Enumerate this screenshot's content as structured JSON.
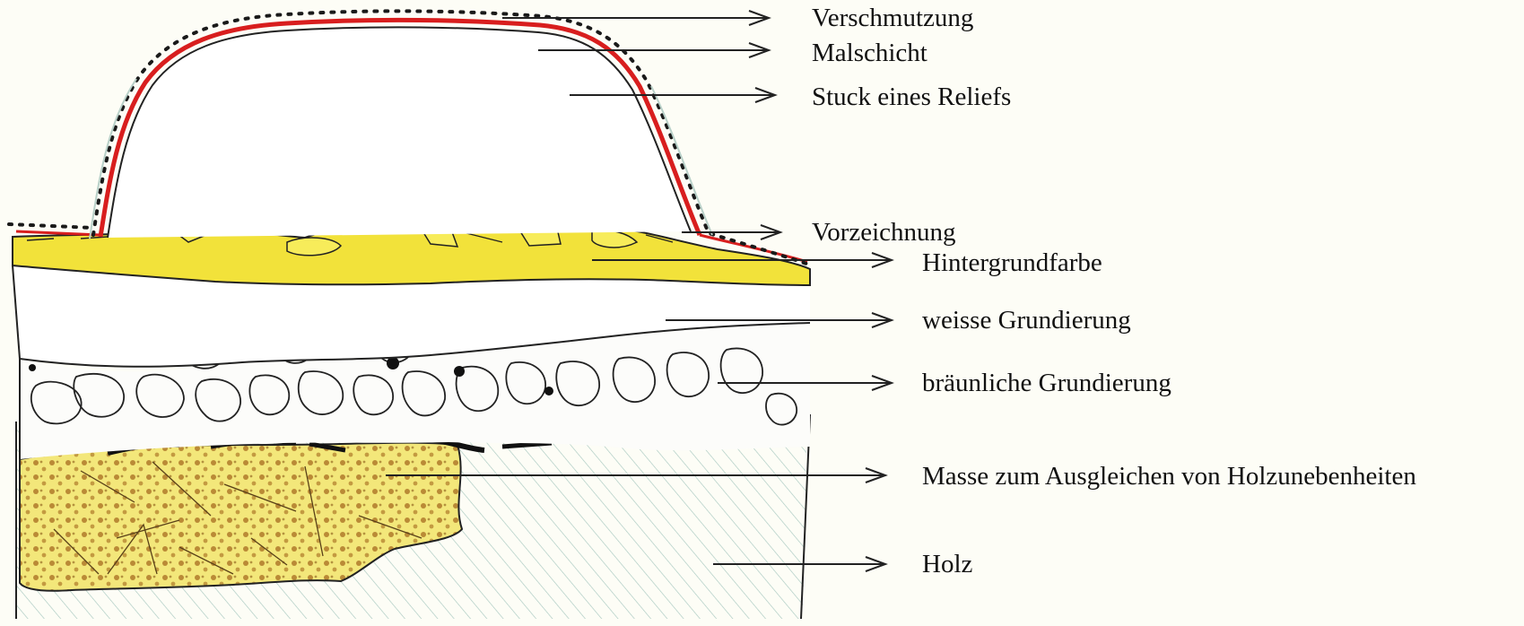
{
  "labels": [
    {
      "id": "verschmutzung",
      "text": "Verschmutzung"
    },
    {
      "id": "malschicht",
      "text": "Malschicht"
    },
    {
      "id": "stuck",
      "text": "Stuck eines Reliefs"
    },
    {
      "id": "vorzeichnung",
      "text": "Vorzeichnung"
    },
    {
      "id": "hintergrundfarbe",
      "text": "Hintergrundfarbe"
    },
    {
      "id": "weisse-grundierung",
      "text": "weisse Grundierung"
    },
    {
      "id": "braeunliche-grundierung",
      "text": "bräunliche Grundierung"
    },
    {
      "id": "masse",
      "text": "Masse zum Ausgleichen von Holzunebenheiten"
    },
    {
      "id": "holz",
      "text": "Holz"
    }
  ],
  "colors": {
    "background": "#fdfdf6",
    "paint_layer": "#d81e1e",
    "dirt": "#1a1a1a",
    "yellow_ground": "#f2e23a",
    "white_ground": "#ffffff",
    "mass_fill": "#f3e77a",
    "mass_dots": "#a66a1e",
    "wood_hatch": "#a8c8c0",
    "ink": "#222222"
  }
}
